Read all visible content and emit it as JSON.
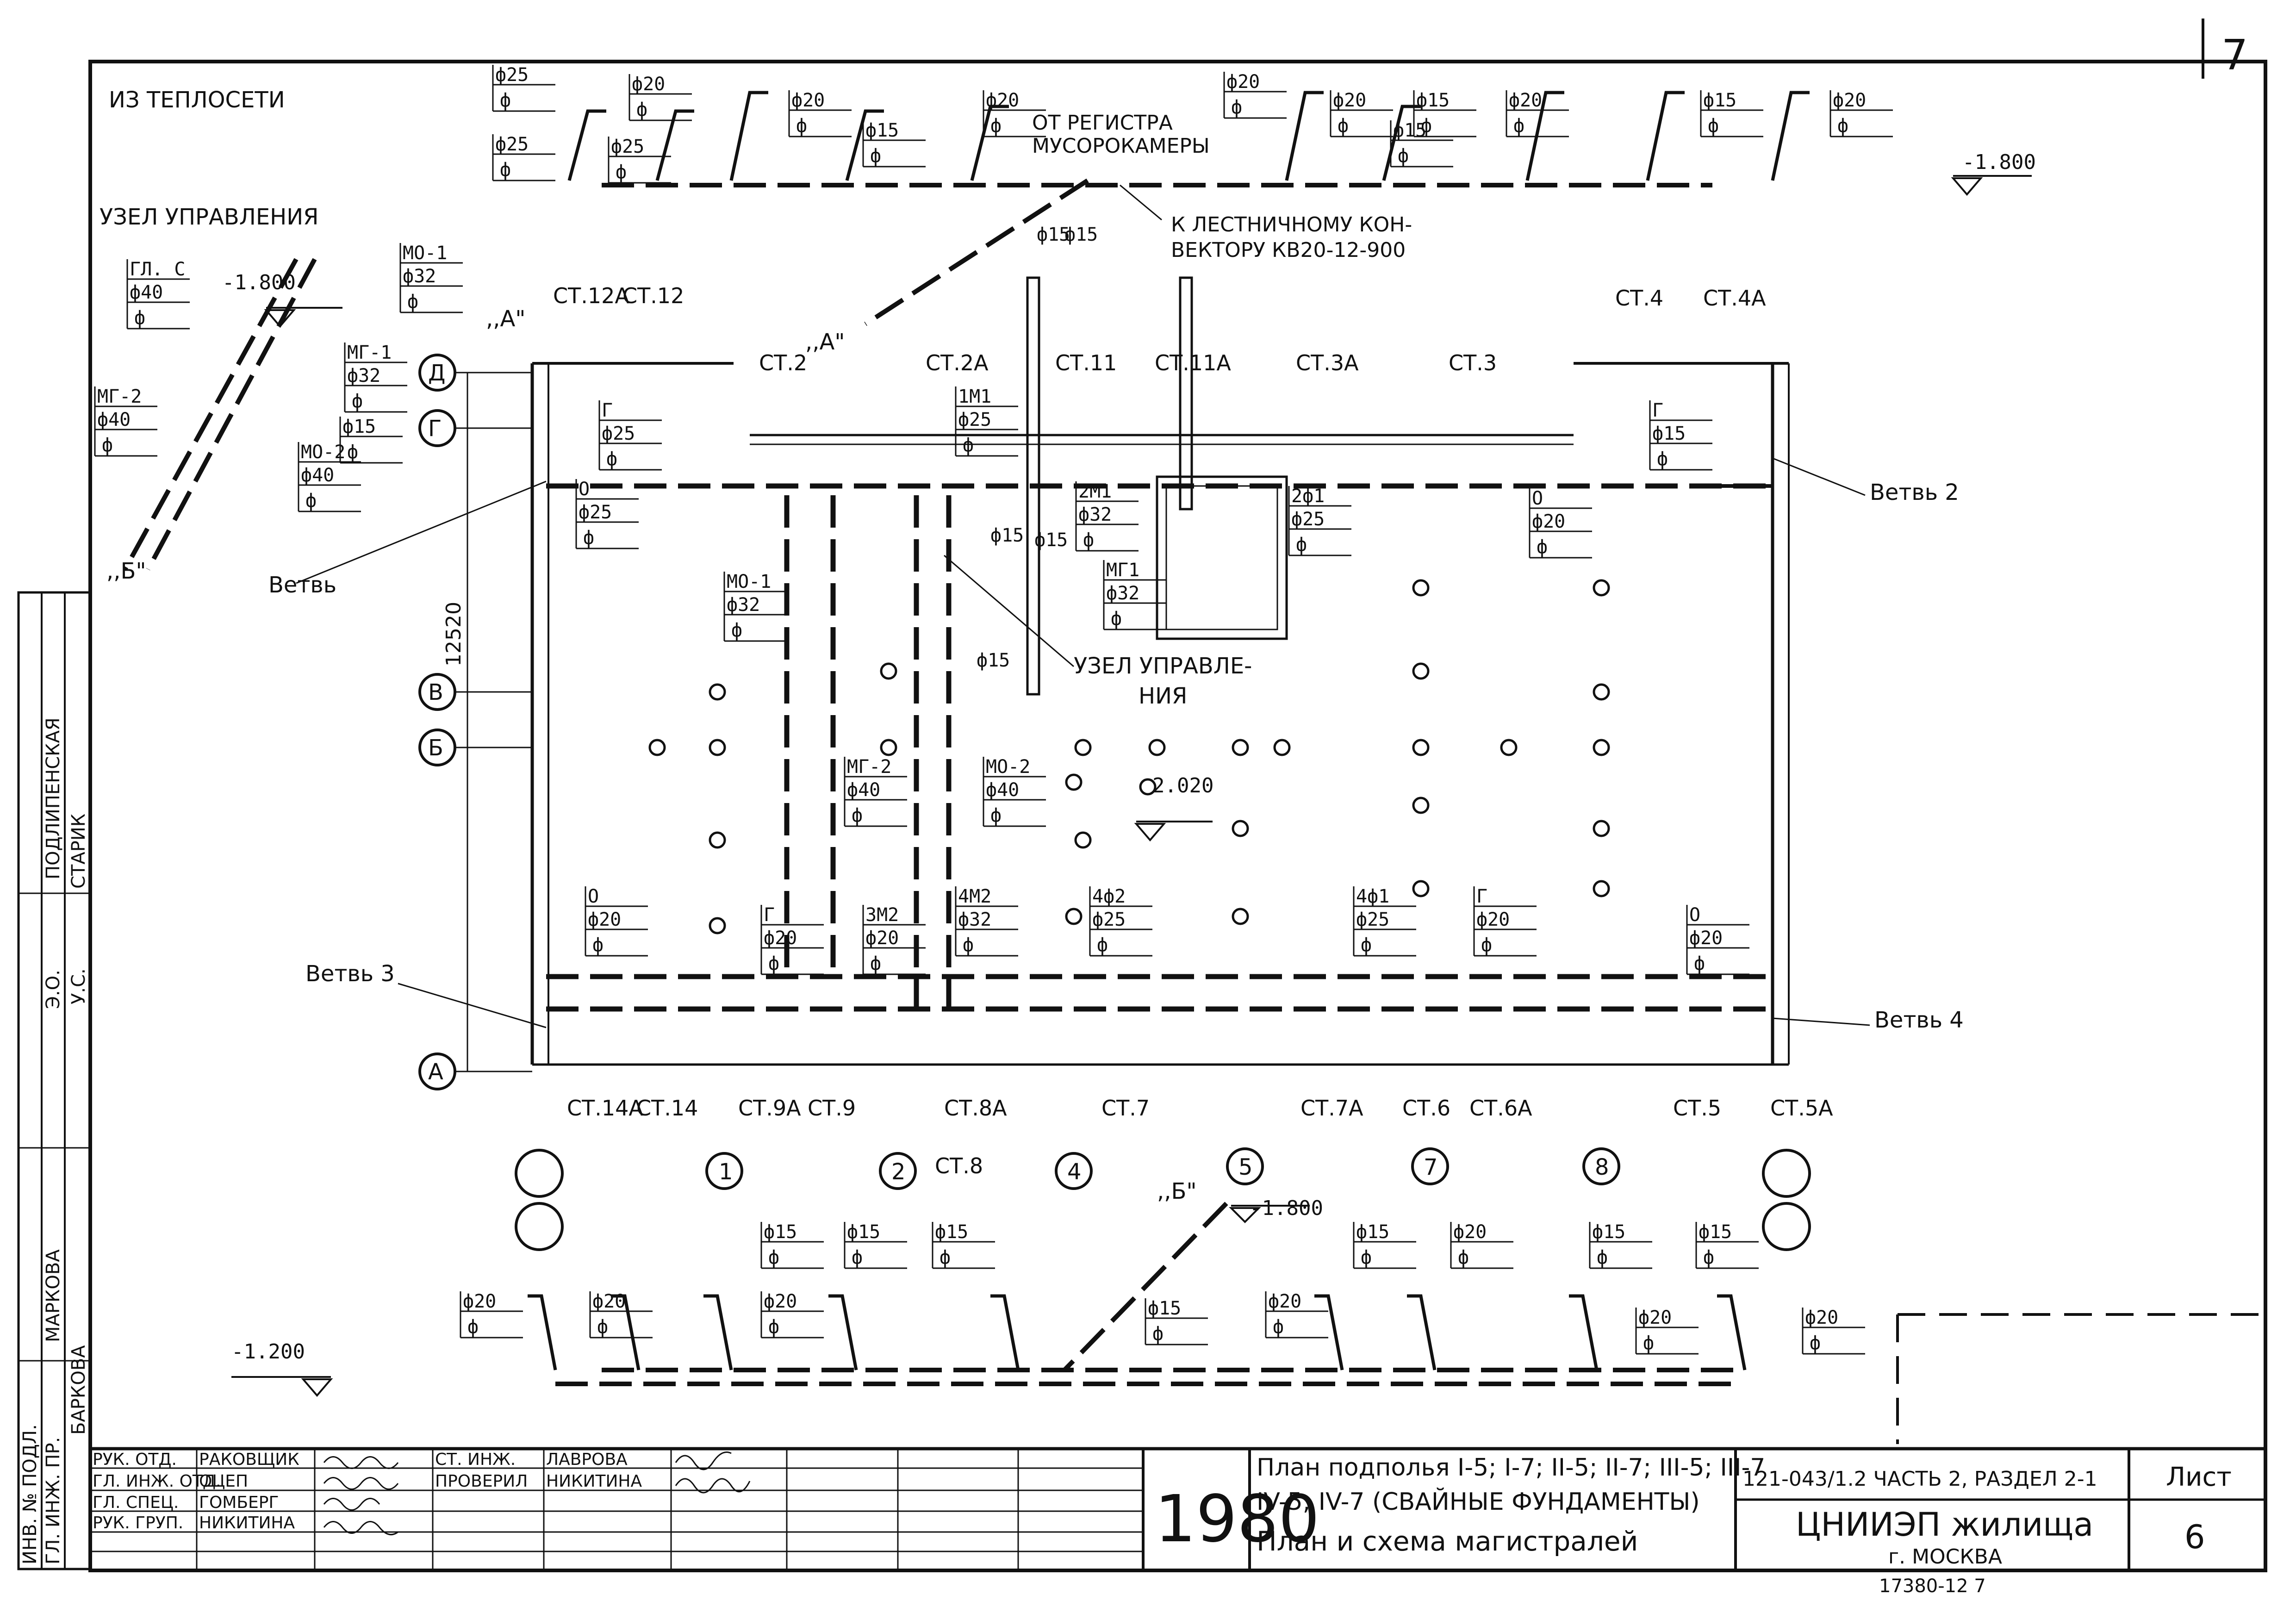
{
  "sheet": {
    "number": "7",
    "right_box_label": "Лист",
    "right_box_value": "6",
    "year": "1980",
    "doc_code": "121-043/1.2 ЧАСТЬ 2, РАЗДЕЛ 2-1",
    "org_name": "ЦНИИЭП жилища",
    "org_city": "г. МОСКВА",
    "title_line1": "План подполья I-5; I-7; II-5; II-7; III-5; III-7",
    "title_line2": "IV-5; IV-7 (СВАЙНЫЕ ФУНДАМЕНТЫ)",
    "title_line3": "План и схема магистралей",
    "bottom_code": "17380-12 7"
  },
  "signatures": [
    {
      "role": "РУК. ОТД.",
      "name": "РАКОВЩИК"
    },
    {
      "role": "ГЛ. ИНЖ. ОТД.",
      "name": "ОЦЕП"
    },
    {
      "role": "ГЛ. СПЕЦ.",
      "name": "ГОМБЕРГ"
    },
    {
      "role": "РУК. ГРУП.",
      "name": "НИКИТИНА"
    }
  ],
  "signatures_right": [
    {
      "role": "СТ. ИНЖ.",
      "name": "ЛАВРОВА"
    },
    {
      "role": "ПРОВЕРИЛ",
      "name": "НИКИТИНА"
    }
  ],
  "left_strip": [
    "ИНВ. № ПОДЛ.",
    "ГЛ. ИНЖ. ПР.",
    "БАРКОВА",
    "МАРКОВА",
    "Э.О.",
    "ПОДЛИПЕНСКАЯ",
    "У.С.",
    "СТАРИК"
  ],
  "labels": {
    "from_heating": "ИЗ ТЕПЛОСЕТИ",
    "control_unit": "УЗЕЛ УПРАВЛЕНИЯ",
    "from_register": "ОТ РЕГИСТРА",
    "garbage_room": "МУСОРОКАМЕРЫ",
    "to_stair_conv_1": "К ЛЕСТНИЧНОМУ КОН-",
    "to_stair_conv_2": "ВЕКТОРУ КВ20-12-900",
    "control_unit_mid_1": "УЗЕЛ УПРАВЛЕ-",
    "control_unit_mid_2": "НИЯ",
    "branch": "Ветвь",
    "branch2": "Ветвь 2",
    "branch3": "Ветвь 3",
    "branch4": "Ветвь 4",
    "mark_a": ",,А\"",
    "mark_b": ",,Б\"",
    "gl_s": "ГЛ. С",
    "mo1": "МО-1",
    "mo2": "МО-2",
    "mg1": "МГ-1",
    "mg2": "МГ-2",
    "dim_12520": "12520"
  },
  "levels": [
    "-1.800",
    "-1.800",
    "2.020",
    "-1.800",
    "-1.200"
  ],
  "axes_letters": [
    "Д",
    "Г",
    "В",
    "Б",
    "А"
  ],
  "axes_numbers": [
    "1",
    "2",
    "4",
    "5",
    "7",
    "8"
  ],
  "risers_top": [
    "СТ.12А",
    "СТ.12",
    "СТ.2",
    "СТ.2А",
    "СТ.11",
    "СТ.11А",
    "СТ.3А",
    "СТ.3",
    "СТ.4",
    "СТ.4А"
  ],
  "risers_bottom": [
    "СТ.14А",
    "СТ.14",
    "СТ.9А",
    "СТ.9",
    "СТ.8А",
    "СТ.8",
    "СТ.7",
    "СТ.7А",
    "СТ.6",
    "СТ.6А",
    "СТ.5",
    "СТ.5А"
  ],
  "pipe_tags_top": [
    {
      "top": "",
      "val": "ф25"
    },
    {
      "top": "",
      "val": "ф25"
    },
    {
      "top": "",
      "val": "ф20"
    },
    {
      "top": "",
      "val": "ф25"
    },
    {
      "top": "",
      "val": "ф20"
    },
    {
      "top": "",
      "val": "ф15"
    },
    {
      "top": "",
      "val": "ф20"
    },
    {
      "top": "",
      "val": "ф20"
    },
    {
      "top": "",
      "val": "ф20"
    },
    {
      "top": "",
      "val": "ф15"
    },
    {
      "top": "",
      "val": "ф20"
    },
    {
      "top": "",
      "val": "ф15"
    },
    {
      "top": "",
      "val": "ф20"
    },
    {
      "top": "",
      "val": "ф15"
    }
  ],
  "pipe_tags_plan": [
    {
      "top": "ГЛ. С",
      "val": "ф40"
    },
    {
      "top": "МО-1",
      "val": "ф32"
    },
    {
      "top": "МГ-1",
      "val": "ф32"
    },
    {
      "top": "МГ-2",
      "val": "ф40"
    },
    {
      "top": "",
      "val": "ф15"
    },
    {
      "top": "МО-2",
      "val": "ф40"
    },
    {
      "top": "Г",
      "val": "ф25"
    },
    {
      "top": "О",
      "val": "ф25"
    },
    {
      "top": "1М1",
      "val": "ф25"
    },
    {
      "top": "2М1",
      "val": "ф32"
    },
    {
      "top": "МГ1",
      "val": "ф32"
    },
    {
      "top": "2ф1",
      "val": "ф25"
    },
    {
      "top": "Г",
      "val": "ф15"
    },
    {
      "top": "О",
      "val": "ф20"
    },
    {
      "top": "МО-1",
      "val": "ф32"
    },
    {
      "top": "МГ-2",
      "val": "ф40"
    },
    {
      "top": "МО-2",
      "val": "ф40"
    },
    {
      "top": "О",
      "val": "ф20"
    },
    {
      "top": "Г",
      "val": "ф20"
    },
    {
      "top": "3М2",
      "val": "ф20"
    },
    {
      "top": "4М2",
      "val": "ф32"
    },
    {
      "top": "4ф2",
      "val": "ф25"
    },
    {
      "top": "4ф1",
      "val": "ф25"
    },
    {
      "top": "Г",
      "val": "ф20"
    },
    {
      "top": "О",
      "val": "ф20"
    }
  ],
  "pipe_tags_bottom": [
    {
      "top": "",
      "val": "ф20"
    },
    {
      "top": "",
      "val": "ф20"
    },
    {
      "top": "",
      "val": "ф15"
    },
    {
      "top": "",
      "val": "ф20"
    },
    {
      "top": "",
      "val": "ф15"
    },
    {
      "top": "",
      "val": "ф15"
    },
    {
      "top": "",
      "val": "ф15"
    },
    {
      "top": "",
      "val": "ф20"
    },
    {
      "top": "",
      "val": "ф15"
    },
    {
      "top": "",
      "val": "ф20"
    },
    {
      "top": "",
      "val": "ф15"
    },
    {
      "top": "",
      "val": "ф15"
    },
    {
      "top": "",
      "val": "ф20"
    },
    {
      "top": "",
      "val": "ф20"
    }
  ],
  "valve_labels": [
    "ф15",
    "ф15",
    "ф15",
    "ф15",
    "ф15"
  ],
  "phi_sub": "ф"
}
